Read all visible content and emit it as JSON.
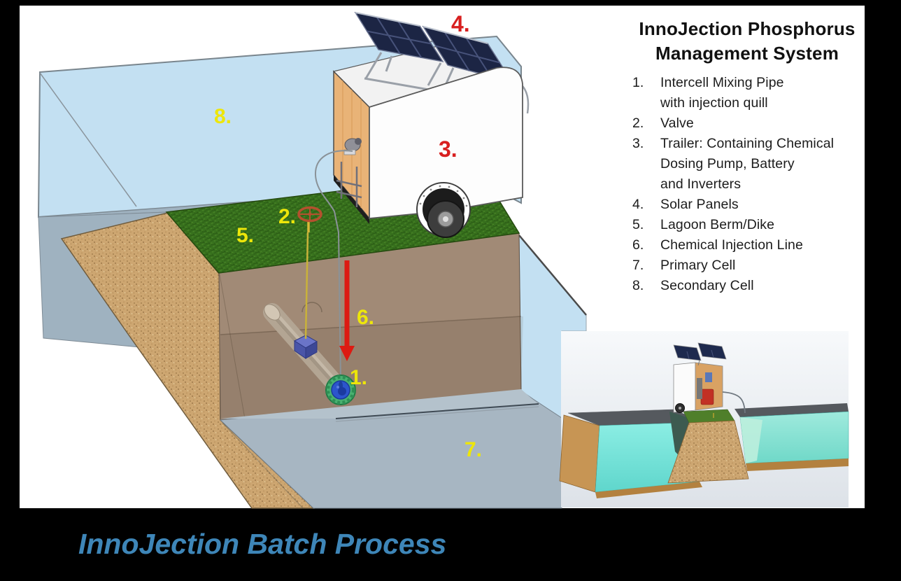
{
  "legend": {
    "title": "InnoJection Phosphorus\nManagement System",
    "items": [
      {
        "num": "1.",
        "label": "Intercell Mixing Pipe\nwith injection quill"
      },
      {
        "num": "2.",
        "label": "Valve"
      },
      {
        "num": "3.",
        "label": "Trailer: Containing Chemical\nDosing Pump, Battery\nand Inverters"
      },
      {
        "num": "4.",
        "label": "Solar Panels"
      },
      {
        "num": "5.",
        "label": "Lagoon Berm/Dike"
      },
      {
        "num": "6.",
        "label": "Chemical Injection Line"
      },
      {
        "num": "7.",
        "label": "Primary Cell"
      },
      {
        "num": "8.",
        "label": "Secondary Cell"
      }
    ]
  },
  "markers": {
    "m1": "1.",
    "m2": "2.",
    "m3": "3.",
    "m4": "4.",
    "m5": "5.",
    "m6": "6.",
    "m7": "7.",
    "m8": "8."
  },
  "footer": {
    "title": "InnoJection Batch Process"
  },
  "palette": {
    "marker_yellow": "#ede60a",
    "marker_red": "#d81f1f",
    "footer_blue": "#3e86b8",
    "secondary_water_blue": "#c3e0f2",
    "water_surface_gray": "#9fb2c0",
    "primary_cell_gray": "#a7b6c2",
    "grass_green": "#37701d",
    "berm_sand_tan": "#cda671",
    "cutaway_brown": "#a18a76",
    "inset_cyan": "#7de4da",
    "solar_panel_navy": "#1c2544",
    "trailer_orange": "#e9b377"
  }
}
